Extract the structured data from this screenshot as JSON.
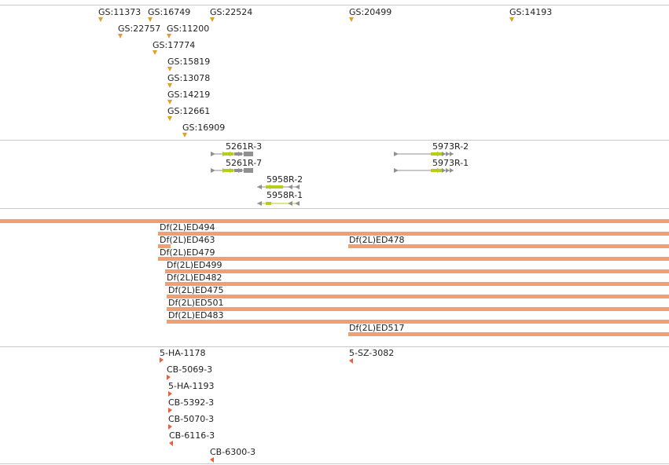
{
  "insertions": [
    {
      "label": "GS:11373"
    },
    {
      "label": "GS:16749"
    },
    {
      "label": "GS:22524"
    },
    {
      "label": "GS:20499"
    },
    {
      "label": "GS:14193"
    },
    {
      "label": "GS:22757"
    },
    {
      "label": "GS:11200"
    },
    {
      "label": "GS:17774"
    },
    {
      "label": "GS:15819"
    },
    {
      "label": "GS:13078"
    },
    {
      "label": "GS:14219"
    },
    {
      "label": "GS:12661"
    },
    {
      "label": "GS:16909"
    }
  ],
  "transcripts": [
    {
      "label": "5261R-3"
    },
    {
      "label": "5261R-7"
    },
    {
      "label": "5958R-2"
    },
    {
      "label": "5958R-1"
    },
    {
      "label": "5973R-2"
    },
    {
      "label": "5973R-1"
    }
  ],
  "deficiencies": [
    {
      "label": ""
    },
    {
      "label": "Df(2L)ED494"
    },
    {
      "label": "Df(2L)ED463"
    },
    {
      "label": "Df(2L)ED478"
    },
    {
      "label": "Df(2L)ED479"
    },
    {
      "label": "Df(2L)ED499"
    },
    {
      "label": "Df(2L)ED482"
    },
    {
      "label": "Df(2L)ED475"
    },
    {
      "label": "Df(2L)ED501"
    },
    {
      "label": "Df(2L)ED483"
    },
    {
      "label": "Df(2L)ED517"
    }
  ],
  "clones": [
    {
      "label": "5-HA-1178"
    },
    {
      "label": "5-SZ-3082"
    },
    {
      "label": "CB-5069-3"
    },
    {
      "label": "5-HA-1193"
    },
    {
      "label": "CB-5392-3"
    },
    {
      "label": "CB-5070-3"
    },
    {
      "label": "CB-6116-3"
    },
    {
      "label": "CB-6300-3"
    }
  ],
  "colors": {
    "insertion_marker": "#e0a020",
    "deficiency_bar": "#f0a070",
    "clone_marker": "#e86040",
    "exon_coding": "#b8cc1a",
    "exon_utr": "#909090",
    "separator": "#c8c8c8"
  }
}
